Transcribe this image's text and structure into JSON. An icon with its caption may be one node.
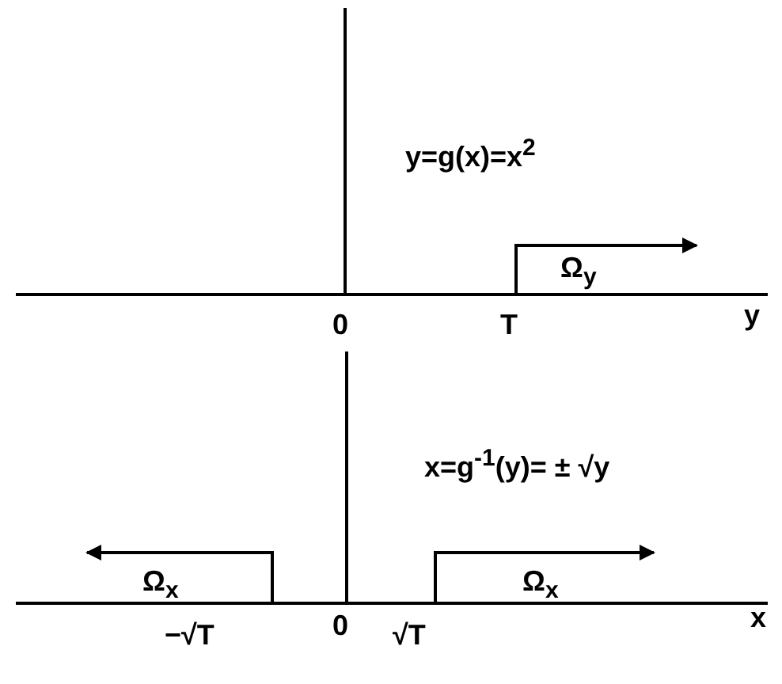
{
  "diagram": {
    "labels": [
      "y=g(x)=x$^{2}$",
      "Ω$_{y}$",
      "0",
      "T",
      "y",
      "x=g$^{-1}$(y)= ± √y",
      "Ω$_{x}$",
      "Ω$_{x}$",
      "−√T",
      "0",
      "√T",
      "x"
    ]
  }
}
